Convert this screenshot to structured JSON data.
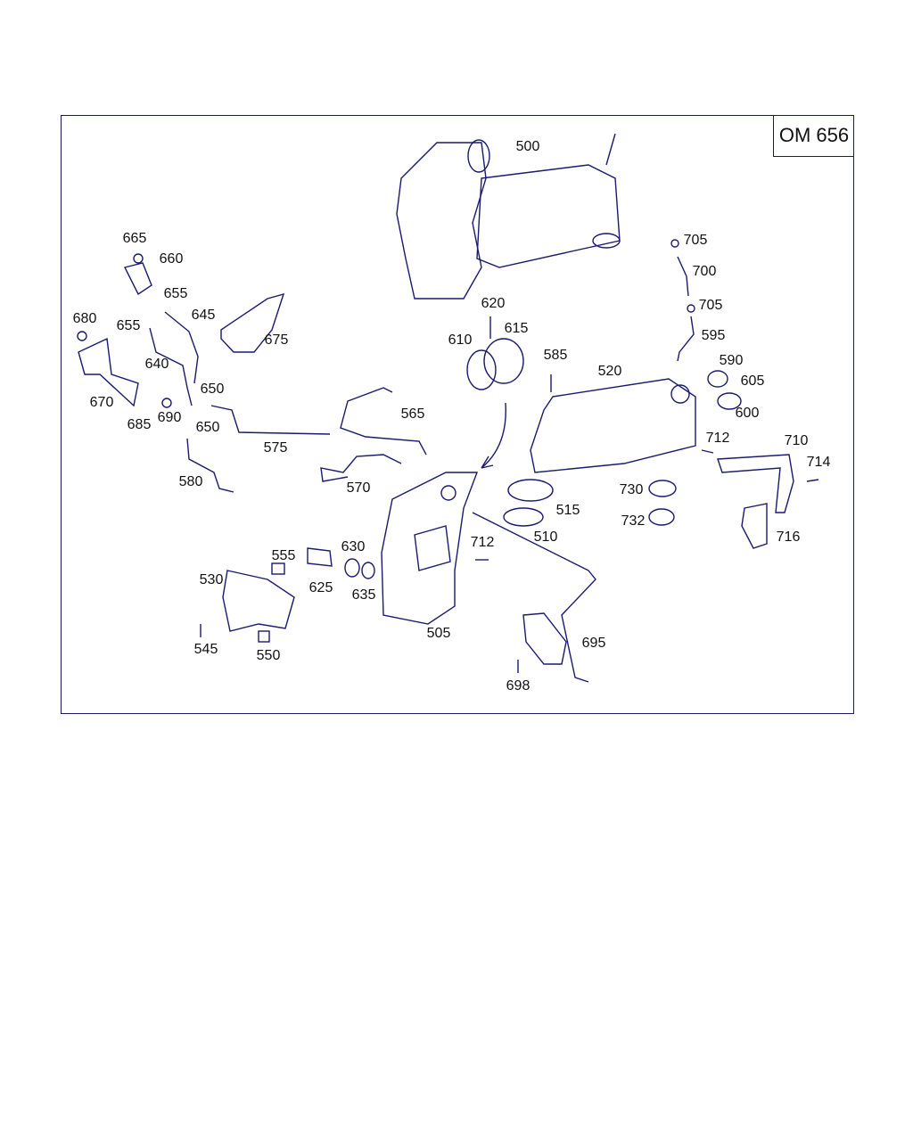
{
  "diagram": {
    "model_code": "OM 656",
    "line_color": "#1a1a6e",
    "part_labels": [
      "500",
      "705",
      "700",
      "705",
      "595",
      "665",
      "660",
      "655",
      "645",
      "655",
      "680",
      "675",
      "640",
      "650",
      "670",
      "685",
      "690",
      "650",
      "575",
      "565",
      "570",
      "580",
      "620",
      "615",
      "610",
      "585",
      "520",
      "590",
      "605",
      "600",
      "712",
      "710",
      "714",
      "730",
      "732",
      "716",
      "515",
      "510",
      "712",
      "555",
      "630",
      "625",
      "635",
      "530",
      "545",
      "550",
      "505",
      "695",
      "698"
    ]
  }
}
